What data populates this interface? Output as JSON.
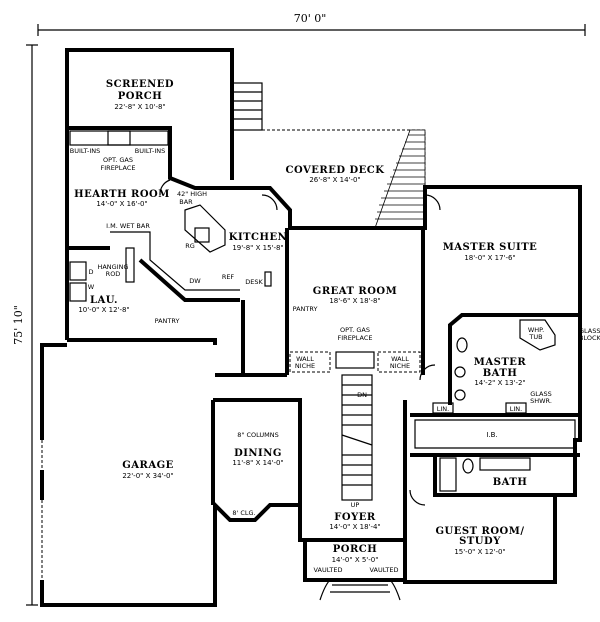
{
  "dimensions": {
    "width": "70' 0\"",
    "depth": "75' 10\""
  },
  "rooms": {
    "screened_porch": {
      "name1": "SCREENED",
      "name2": "PORCH",
      "size": "22'-8\" X 10'-8\""
    },
    "covered_deck": {
      "name": "COVERED DECK",
      "size": "26'-8\" X 14'-0\""
    },
    "hearth_room": {
      "name": "HEARTH ROOM",
      "size": "14'-0\" X 16'-0\""
    },
    "kitchen": {
      "name": "KITCHEN",
      "size": "19'-8\" X 15'-8\""
    },
    "great_room": {
      "name": "GREAT ROOM",
      "size": "18'-6\" X 18'-8\""
    },
    "master_suite": {
      "name": "MASTER SUITE",
      "size": "18'-0\" X 17'-6\""
    },
    "master_bath": {
      "name1": "MASTER",
      "name2": "BATH",
      "size": "14'-2\" X 13'-2\""
    },
    "laundry": {
      "name": "LAU.",
      "size": "10'-0\" X 12'-8\""
    },
    "garage": {
      "name": "GARAGE",
      "size": "22'-0\" X 34'-0\""
    },
    "dining": {
      "name": "DINING",
      "size": "11'-8\" X 14'-0\""
    },
    "foyer": {
      "name": "FOYER",
      "size": "14'-0\" X 18'-4\""
    },
    "porch": {
      "name": "PORCH",
      "size": "14'-0\" X 5'-0\"",
      "vaulted_left": "VAULTED",
      "vaulted_right": "VAULTED"
    },
    "bath": {
      "name": "BATH"
    },
    "guest_room": {
      "name1": "GUEST ROOM/",
      "name2": "STUDY",
      "size": "15'-0\" X 12'-0\""
    },
    "ib": {
      "name": "I.B."
    }
  },
  "notes": {
    "built_ins_left": "BUILT-INS",
    "built_ins_right": "BUILT-INS",
    "opt_gas_1": "OPT. GAS",
    "fireplace_1": "FIREPLACE",
    "bar_high": "42\" HIGH",
    "bar": "BAR",
    "rg": "RG",
    "wet_bar": "I.M. WET BAR",
    "hanging1": "HANGING",
    "hanging2": "ROD",
    "dryer": "D",
    "washer": "W",
    "pantry_lau": "PANTRY",
    "dw": "DW",
    "ref": "REF",
    "desk": "DESK",
    "pantry_great": "PANTRY",
    "opt_gas_2": "OPT. GAS",
    "fireplace_2": "FIREPLACE",
    "wall_niche_l1": "WALL",
    "wall_niche_l2": "NICHE",
    "wall_niche_r1": "WALL",
    "wall_niche_r2": "NICHE",
    "whp_tub1": "WHP.",
    "whp_tub2": "TUB",
    "glass_blocks1": "GLASS",
    "glass_blocks2": "BLOCKS",
    "glass_shwr1": "GLASS",
    "glass_shwr2": "SHWR.",
    "lin1": "LIN.",
    "lin2": "LIN.",
    "dn": "DN",
    "up": "UP",
    "columns": "8\" COLUMNS",
    "clg": "8' CLG."
  }
}
